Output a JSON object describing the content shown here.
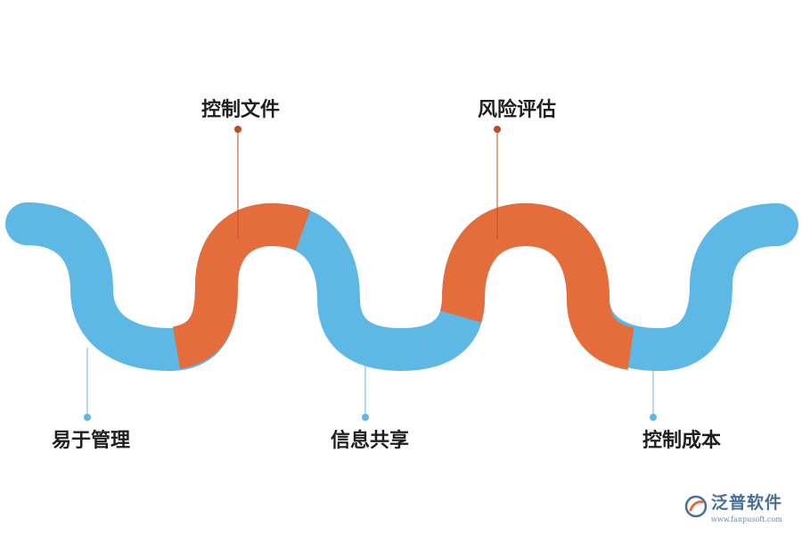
{
  "labels": {
    "top": [
      "控制文件",
      "风险评估"
    ],
    "bottom": [
      "易于管理",
      "信息共享",
      "控制成本"
    ]
  },
  "logo": {
    "name": "泛普软件",
    "url": "www.fanpusoft.com"
  },
  "colors": {
    "blue": "#5db8e5",
    "orange": "#e56d3b",
    "marker_top": "#c24a1f",
    "marker_bottom": "#5db8e5"
  }
}
